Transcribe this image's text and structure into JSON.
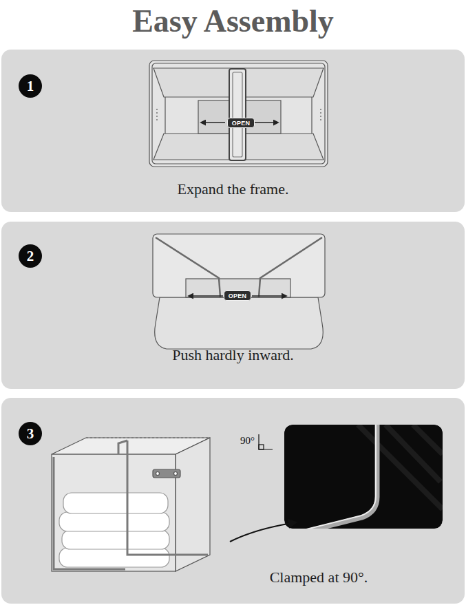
{
  "diagram": {
    "title": "Easy Assembly",
    "nodes": [
      {
        "text": [
          "Expand the frame."
        ]
      },
      {
        "text": [
          "1"
        ],
        "in": 0
      },
      {
        "text": [
          "OPEN"
        ],
        "in": 0
      },
      {
        "text": [
          "Push hardly inward."
        ]
      },
      {
        "text": [
          "2"
        ],
        "in": 3
      },
      {
        "text": [
          "OPEN"
        ],
        "in": 3
      },
      {
        "text": [
          "Clamped at 90°."
        ]
      },
      {
        "text": [
          "3"
        ],
        "in": 6
      }
    ],
    "labels": [
      "90°"
    ]
  }
}
